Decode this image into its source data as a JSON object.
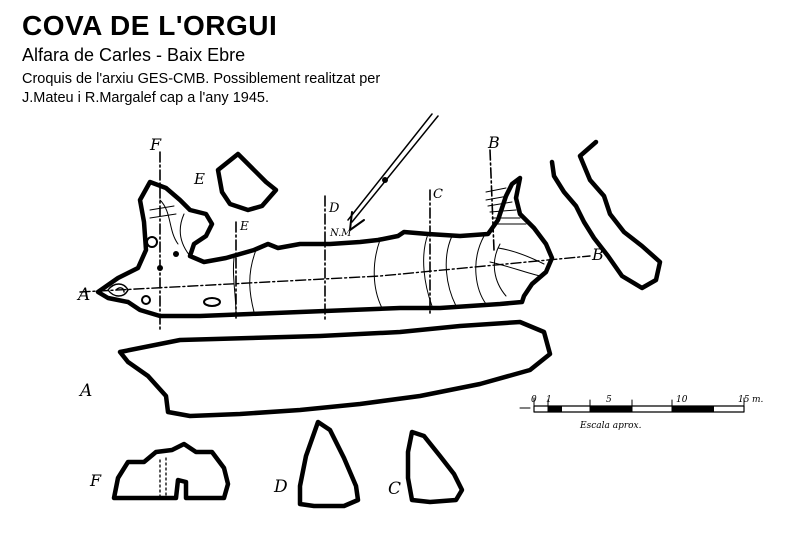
{
  "header": {
    "title": "COVA DE L'ORGUI",
    "subtitle": "Alfara de Carles - Baix Ebre",
    "caption_line1": "Croquis de l'arxiu GES-CMB. Possiblement realitzat per",
    "caption_line2": "J.Mateu i R.Margalef cap a l'any 1945."
  },
  "survey_labels": {
    "section_f_top": "F",
    "section_e_small": "E",
    "section_e_line": "E",
    "section_d_line": "D",
    "section_c_line": "C",
    "section_b_top": "B",
    "section_b_right": "B",
    "section_a_left": "A",
    "profile_a": "A",
    "section_f_bottom": "F",
    "section_d_bottom": "D",
    "section_c_bottom": "C",
    "north_label": "N.M"
  },
  "scale_bar": {
    "ticks": [
      "0",
      "1",
      "5",
      "10",
      "15"
    ],
    "unit": "m.",
    "caption": "Escala aprox."
  }
}
